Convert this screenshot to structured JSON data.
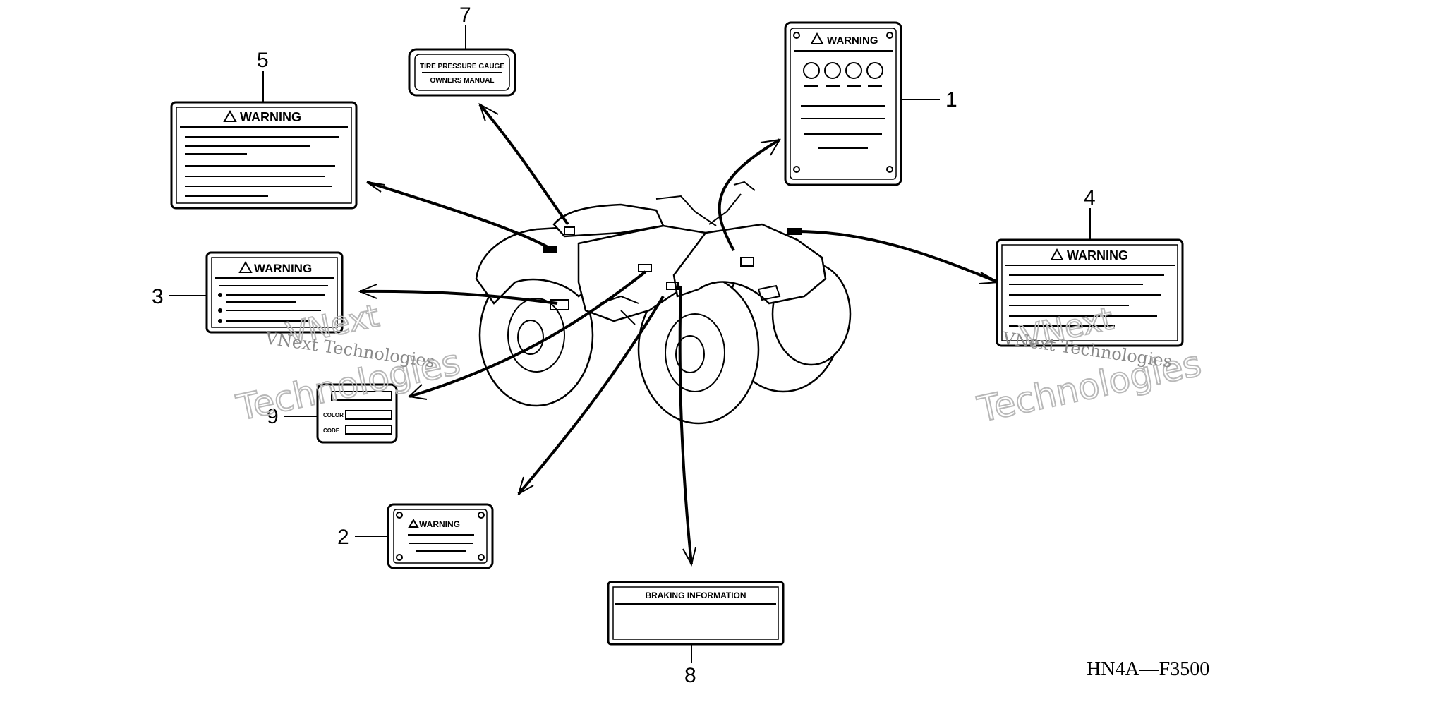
{
  "diagram_code": "HN4A—F3500",
  "watermark": {
    "brand_short": "VNext",
    "brand_full": "VNext Technologies",
    "brand_second_line": "Technologies"
  },
  "callouts": {
    "c1": "1",
    "c2": "2",
    "c3": "3",
    "c4": "4",
    "c5": "5",
    "c7": "7",
    "c8": "8",
    "c9": "9"
  },
  "labels": {
    "warning": "WARNING",
    "tire_line1": "TIRE PRESSURE GAUGE",
    "tire_line2": "OWNERS MANUAL",
    "braking": "BRAKING INFORMATION",
    "color": "COLOR",
    "code": "CODE"
  }
}
